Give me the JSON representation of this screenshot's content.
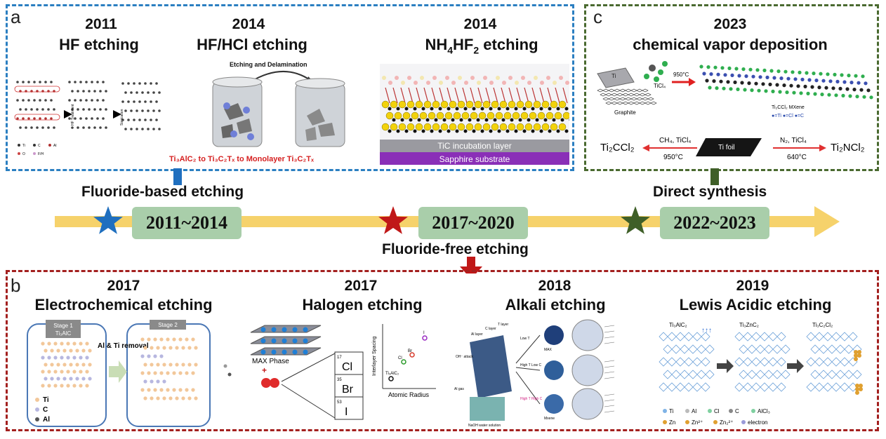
{
  "panel_a": {
    "letter": "a",
    "items": [
      {
        "year": "2011",
        "title": "HF etching"
      },
      {
        "year": "2014",
        "title": "HF/HCl etching"
      },
      {
        "year": "2014",
        "title_base": "NH",
        "title_sub1": "4",
        "title_mid": "HF",
        "title_sub2": "2",
        "title_end": " etching"
      }
    ],
    "fig2_caption": "Etching and Delamination",
    "fig2_red_text": "Ti₃AlC₂ to Ti₃C₂Tₓ to Monolayer Ti₃C₂Tₓ",
    "fig3_layer1": "TiC incubation layer",
    "fig3_layer2": "Sapphire substrate",
    "fig1_step1": "HF Treatment",
    "fig1_step2": "Sonication",
    "fig1_legend": [
      "Ti",
      "C",
      "Al",
      "O",
      "F/H"
    ]
  },
  "panel_c": {
    "letter": "c",
    "year": "2023",
    "title": "chemical vapor deposition",
    "ti_label": "Ti",
    "ticl4_label": "TiCl₄",
    "temp": "950°C",
    "graphite": "Graphite",
    "mxene_label": "Ti₂CCl₂ MXene",
    "legend": "●=Ti  ●=Cl  ●=C",
    "left_product": "Ti₂CCl₂",
    "left_cond1": "CH₄, TiCl₄",
    "left_cond2": "950°C",
    "foil": "Ti foil",
    "right_cond1": "N₂, TiCl₄",
    "right_cond2": "640°C",
    "right_product": "Ti₂NCl₂"
  },
  "timeline": {
    "label_fluoride": "Fluoride-based etching",
    "label_direct": "Direct synthesis",
    "label_free": "Fluoride-free etching",
    "periods": [
      "2011~2014",
      "2017~2020",
      "2022~2023"
    ],
    "colors": {
      "bar": "#f6d26b",
      "period": "#a9ceaa",
      "star_blue": "#1f6fbf",
      "star_red": "#c01818",
      "star_green": "#3f5f28"
    }
  },
  "panel_b": {
    "letter": "b",
    "items": [
      {
        "year": "2017",
        "title": "Electrochemical etching"
      },
      {
        "year": "2017",
        "title": "Halogen etching"
      },
      {
        "year": "2018",
        "title": "Alkali etching"
      },
      {
        "year": "2019",
        "title": "Lewis Acidic etching"
      }
    ],
    "echem": {
      "stage1": "Stage 1",
      "stage1b": "Ti₃AlC",
      "stage2": "Stage 2",
      "arrow": "Al & Ti removal",
      "legend": [
        "Ti",
        "C",
        "Al"
      ]
    },
    "halogen": {
      "max_phase": "MAX Phase",
      "elements": [
        {
          "num": "17",
          "sym": "Cl"
        },
        {
          "num": "35",
          "sym": "Br"
        },
        {
          "num": "53",
          "sym": "I"
        }
      ],
      "ylabel": "Interlayer Spacing",
      "xlabel": "Atomic Radius",
      "point_labels": [
        "Ti₃AlC₂",
        "Cl",
        "Br",
        "I"
      ]
    },
    "alkali": {
      "labels": [
        "Low T",
        "High T Low C",
        "High T High C",
        "MAX",
        "Mxene",
        "NaOH water solution",
        "Al layer",
        "C layer",
        "T layer",
        "OH⁻ attack",
        "Al gas"
      ]
    },
    "lewis": {
      "labels": [
        "Ti₃AlC₂",
        "Ti₃ZnC₂",
        "Ti₃C₂Cl₂"
      ],
      "legend1": [
        "Ti",
        "Al",
        "Cl",
        "C",
        "AlCl₃"
      ],
      "legend2": [
        "Zn",
        "Zn²⁺",
        "Zn₂²⁺",
        "electron"
      ]
    }
  }
}
